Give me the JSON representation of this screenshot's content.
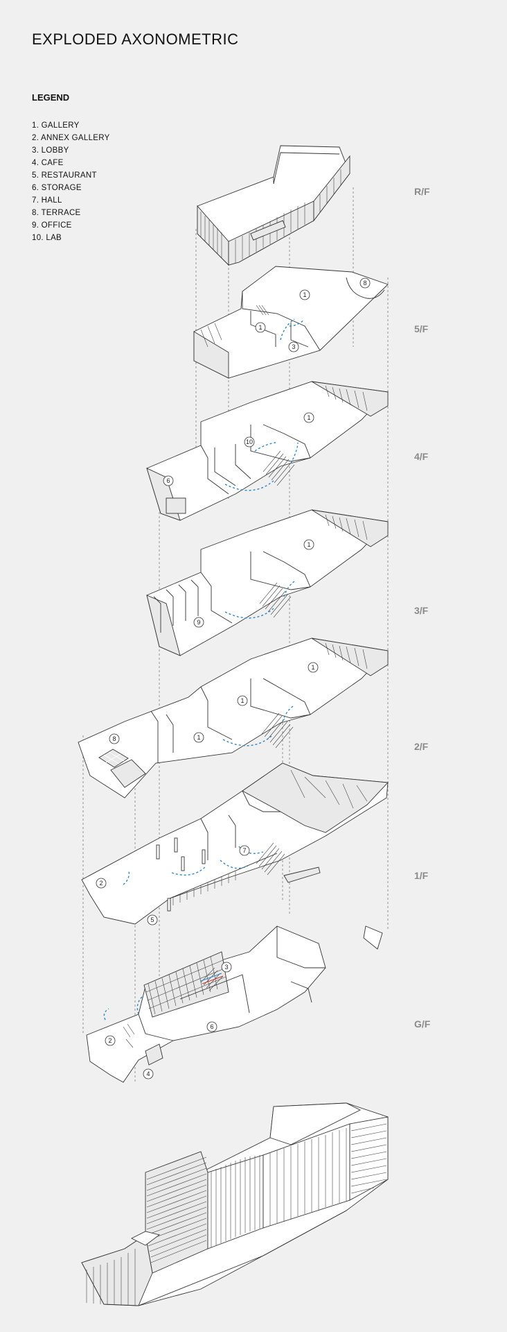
{
  "title": "EXPLODED AXONOMETRIC",
  "legend": {
    "heading": "LEGEND",
    "items": [
      "1. GALLERY",
      "2. ANNEX GALLERY",
      "3. LOBBY",
      "4. CAFE",
      "5. RESTAURANT",
      "6. STORAGE",
      "7. HALL",
      "8. TERRACE",
      "9. OFFICE",
      "10. LAB"
    ]
  },
  "floors": [
    {
      "key": "rf",
      "label": "R/F"
    },
    {
      "key": "5f",
      "label": "5/F"
    },
    {
      "key": "4f",
      "label": "4/F"
    },
    {
      "key": "3f",
      "label": "3/F"
    },
    {
      "key": "2f",
      "label": "2/F"
    },
    {
      "key": "1f",
      "label": "1/F"
    },
    {
      "key": "gf",
      "label": "G/F"
    }
  ],
  "room_tags": {
    "f5": [
      "1",
      "1",
      "3",
      "8"
    ],
    "f4": [
      "1",
      "10",
      "6"
    ],
    "f3": [
      "1",
      "9"
    ],
    "f2": [
      "1",
      "1",
      "1",
      "8"
    ],
    "f1": [
      "7",
      "2",
      "5"
    ],
    "gf": [
      "3",
      "2",
      "6",
      "4"
    ]
  },
  "colors": {
    "background": "#f1f0f1",
    "line": "#333333",
    "circulation_arrow": "#2f86c6",
    "floor_label": "#8a8a8a"
  }
}
